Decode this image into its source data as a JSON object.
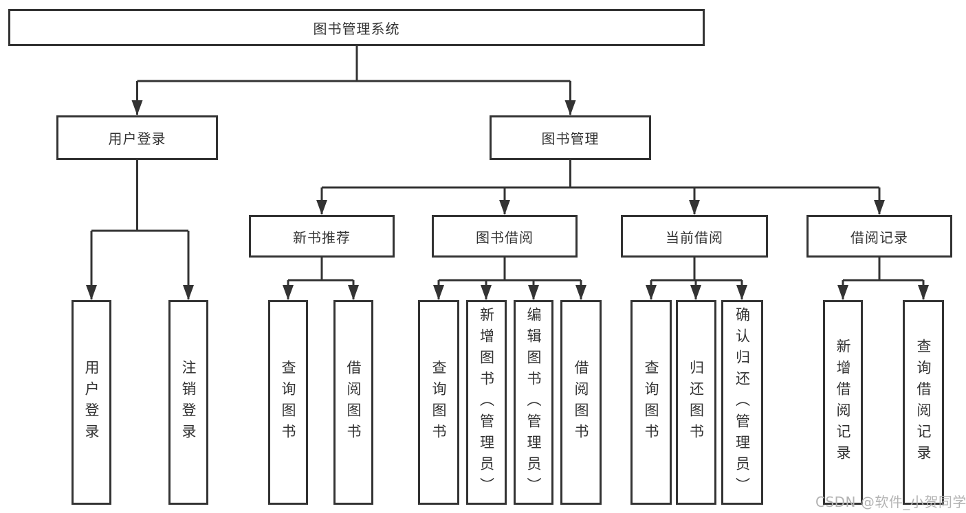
{
  "title": "图书管理系统",
  "nodes": {
    "root": "图书管理系统",
    "user_login": "用户登录",
    "book_mgmt": "图书管理",
    "new_books": "新书推荐",
    "book_borrow": "图书借阅",
    "current_borrow": "当前借阅",
    "borrow_records": "借阅记录",
    "leaf_user_login": "用户登录",
    "leaf_logout": "注销登录",
    "leaf_query_books_nb": "查询图书",
    "leaf_borrow_books_nb": "借阅图书",
    "leaf_query_books_bb": "查询图书",
    "leaf_add_books_bb": "新增图书（管理员）",
    "leaf_edit_books_bb": "编辑图书（管理员）",
    "leaf_borrow_books_bb": "借阅图书",
    "leaf_query_books_cb": "查询图书",
    "leaf_return_books_cb": "归还图书",
    "leaf_confirm_return_cb": "确认归还（管理员）",
    "leaf_add_record_br": "新增借阅记录",
    "leaf_query_record_br": "查询借阅记录"
  },
  "watermark": "CSDN @软件_小贺同学",
  "colors": {
    "line": "#333333",
    "text": "#333333",
    "watermark": "#b3b3b3",
    "background": "#ffffff"
  }
}
